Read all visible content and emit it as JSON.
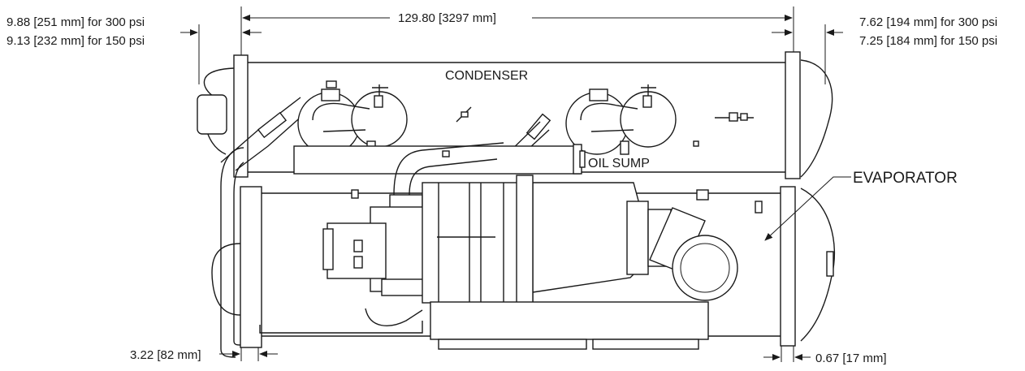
{
  "dimensions": {
    "overall_length": "129.80 [3297 mm]",
    "left_top_300": "9.88 [251 mm] for 300 psi",
    "left_top_150": "9.13 [232 mm] for 150 psi",
    "right_top_300": "7.62 [194 mm] for 300 psi",
    "right_top_150": "7.25 [184 mm] for 150 psi",
    "left_bottom": "3.22 [82 mm]",
    "right_bottom": "0.67 [17 mm]"
  },
  "labels": {
    "condenser": "CONDENSER",
    "oil_sump": "OIL SUMP",
    "evaporator": "EVAPORATOR"
  }
}
